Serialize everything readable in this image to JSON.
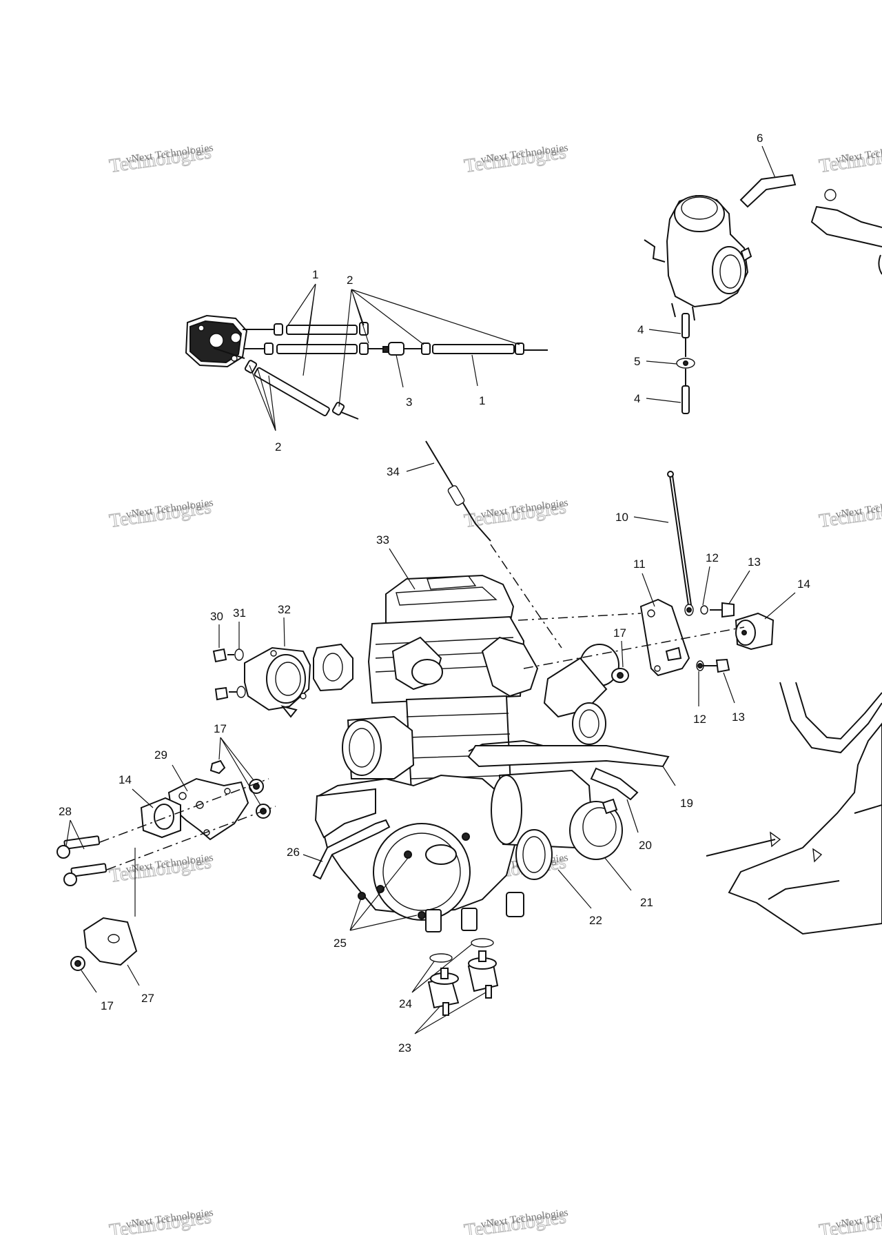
{
  "watermark": {
    "line1": "vNext Technologies",
    "line2": "Technologies"
  },
  "callouts": {
    "hose_1": "1",
    "fitting_2": "2",
    "filter_3": "3",
    "tube_4": "4",
    "washer_5": "5",
    "vent_hose_6": "6",
    "rod_10": "10",
    "bracket_11": "11",
    "washer_12": "12",
    "bolt_13": "13",
    "mount_14": "14",
    "nut_17": "17",
    "cable_19": "19",
    "hose_20": "20",
    "boot_21": "21",
    "clamp_22": "22",
    "mount_23": "23",
    "washer_24": "24",
    "bolt_25": "25",
    "hose_26": "26",
    "shield_27": "27",
    "bolt_28": "28",
    "bracket_29": "29",
    "nut_30": "30",
    "washer_31": "31",
    "elbow_32": "32",
    "engine_33": "33",
    "cable_34": "34"
  }
}
